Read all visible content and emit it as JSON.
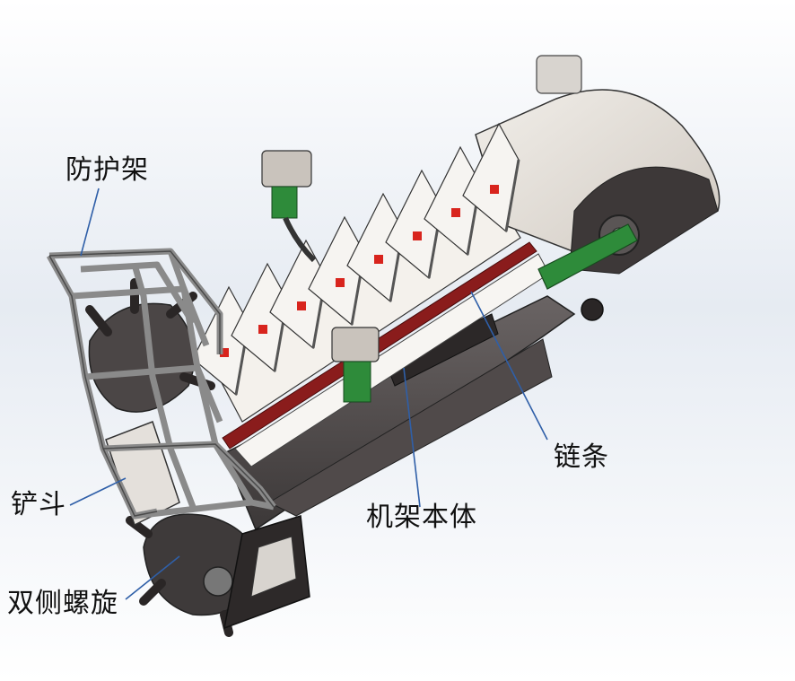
{
  "figure": {
    "labels": {
      "guard_frame": "防护架",
      "chain": "链条",
      "frame_body": "机架本体",
      "shovel_bucket": "铲斗",
      "double_spiral": "双侧螺旋"
    },
    "colors": {
      "background_top": "#ffffff",
      "background_mid": "#e6ebf2",
      "leader_line": "#2f5fa8",
      "body_light": "#e8e4df",
      "body_dark": "#4a4545",
      "chain_red": "#8a1c1c",
      "accent_green": "#2e8b3a",
      "accent_red": "#d8241d",
      "frame_metal": "#9a9a9a"
    }
  }
}
